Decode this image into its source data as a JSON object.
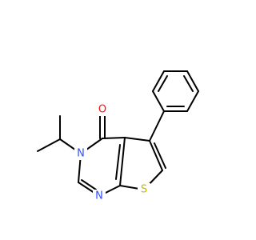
{
  "molecule": {
    "atoms": {
      "oxygen": {
        "label": "O",
        "color": "#ff0d0d"
      },
      "nitrogen_3": {
        "label": "N",
        "color": "#3050f8"
      },
      "nitrogen_1": {
        "label": "N",
        "color": "#3050f8"
      },
      "sulfur": {
        "label": "S",
        "color": "#c6b700"
      }
    },
    "bond_color": "#000000",
    "background": "#ffffff"
  }
}
